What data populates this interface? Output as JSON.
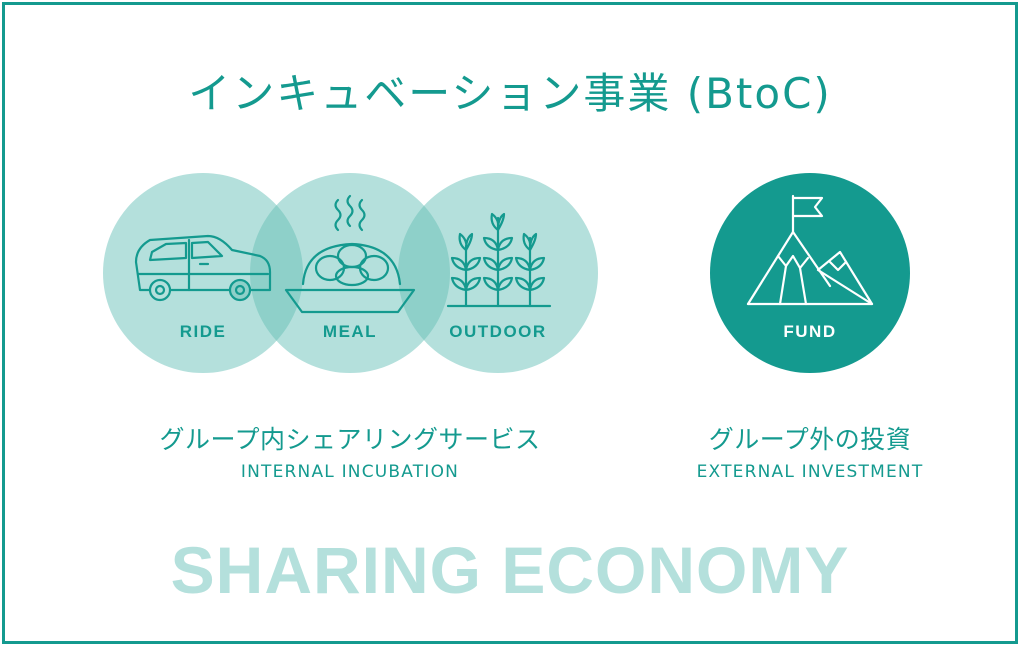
{
  "title": "インキュベーション事業 (BtoC)",
  "internal": {
    "title": "グループ内シェアリングサービス",
    "subtitle": "INTERNAL INCUBATION",
    "services": [
      {
        "label": "RIDE",
        "icon": "car-icon"
      },
      {
        "label": "MEAL",
        "icon": "steaming-dish-icon"
      },
      {
        "label": "OUTDOOR",
        "icon": "crops-icon"
      }
    ]
  },
  "external": {
    "title": "グループ外の投資",
    "subtitle": "EXTERNAL INVESTMENT",
    "label": "FUND",
    "icon": "mountain-flag-icon"
  },
  "banner": "SHARING ECONOMY",
  "colors": {
    "primary": "#149a8f",
    "circle_fill": "#b4e0dc",
    "circle_overlap": "#8ed0c9",
    "banner": "#b4e0dc"
  }
}
